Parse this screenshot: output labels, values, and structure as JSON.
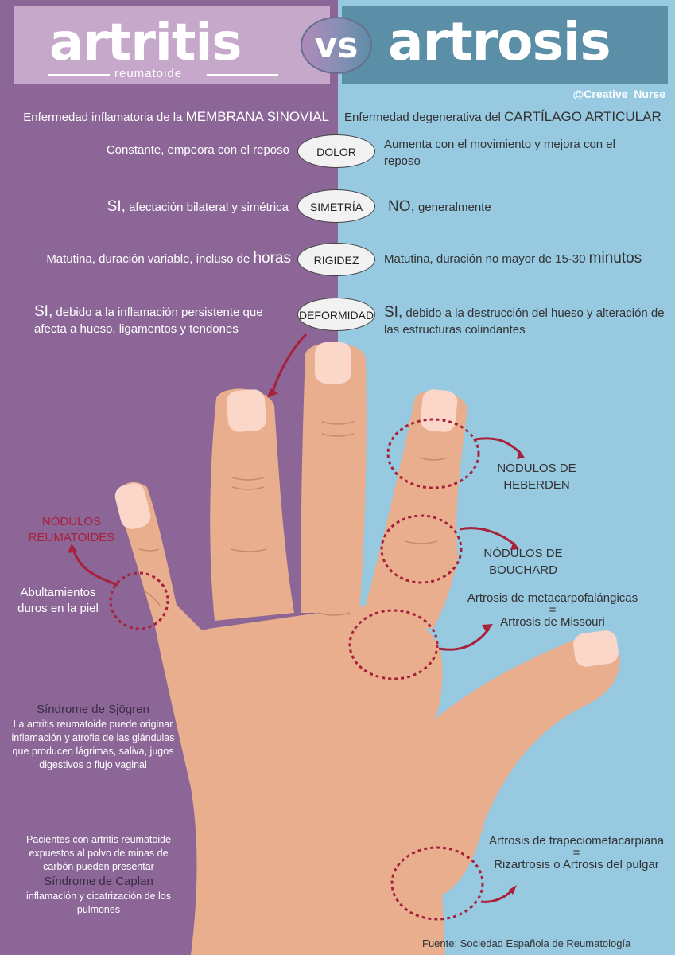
{
  "header": {
    "left_title": "artritis",
    "left_subtitle": "reumatoide",
    "vs": "vs",
    "right_title": "artrosis",
    "handle": "@Creative_Nurse"
  },
  "definitions": {
    "left_prefix": "Enfermedad inflamatoria de la ",
    "left_emph": "MEMBRANA SINOVIAL",
    "right_prefix": "Enfermedad degenerativa del ",
    "right_emph": "CARTÍLAGO ARTICULAR"
  },
  "rows": [
    {
      "label": "DOLOR",
      "left": "Constante, empeora con el reposo",
      "right": "Aumenta con el movimiento y mejora con el reposo"
    },
    {
      "label": "SIMETRÍA",
      "left_emph": "SI,",
      "left": " afectación bilateral y simétrica",
      "right_emph": "NO,",
      "right": " generalmente"
    },
    {
      "label": "RIGIDEZ",
      "left": "Matutina, duración variable, incluso de ",
      "left_emph": "horas",
      "right": "Matutina, duración no mayor de 15-30 ",
      "right_emph": "minutos"
    },
    {
      "label": "DEFORMIDAD",
      "left_emph": "SI,",
      "left": " debido a la inflamación persistente que afecta a hueso, ligamentos y tendones",
      "right_emph": "SI,",
      "right": " debido a la destrucción del hueso y alteración de las estructuras colindantes"
    }
  ],
  "annotations": {
    "nodulos_reumatoides": "NÓDULOS REUMATOIDES",
    "abultamientos": "Abultamientos duros en la piel",
    "heberden": "NÓDULOS DE HEBERDEN",
    "bouchard": "NÓDULOS DE BOUCHARD",
    "missouri_line1": "Artrosis de metacarpofalángicas",
    "missouri_eq": "=",
    "missouri_line2": "Artrosis de Missouri",
    "rizartrosis_line1": "Artrosis de trapeciometacarpiana",
    "rizartrosis_eq": "=",
    "rizartrosis_line2": "Rizartrosis o Artrosis del pulgar"
  },
  "sjogren": {
    "title": "Síndrome de Sjögren",
    "text": "La artritis reumatoide puede originar inflamación y atrofia de las glándulas que producen lágrimas, saliva, jugos digestivos o flujo vaginal"
  },
  "caplan": {
    "intro": "Pacientes con artritis reumatoide expuestos al polvo de minas de carbón pueden presentar",
    "title": "Síndrome de Caplan",
    "text": "inflamación y cicatrización de los pulmones"
  },
  "source": "Fuente: Sociedad Española de Reumatología",
  "colors": {
    "left_bg": "#8c6697",
    "right_bg": "#97c9e1",
    "left_banner": "#c6a8cb",
    "right_banner": "#5b8ea7",
    "skin": "#e8ae8e",
    "nail": "#fbd7c9",
    "marker": "#a8203a"
  }
}
